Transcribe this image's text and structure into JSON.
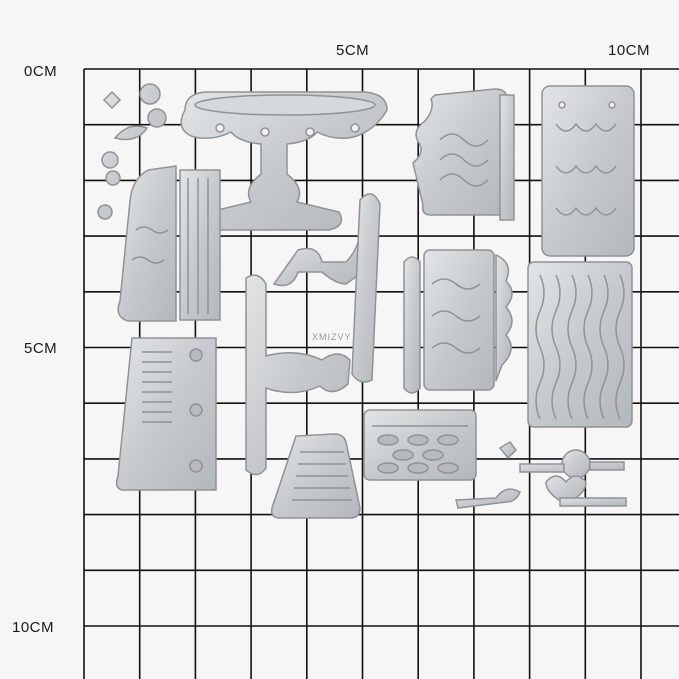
{
  "ruler": {
    "top_labels": [
      "5CM",
      "10CM"
    ],
    "left_labels": [
      "0CM",
      "5CM",
      "10CM"
    ]
  },
  "watermark": "XMIZVY",
  "colors": {
    "background": "#f6f6f6",
    "grid_line": "#111111",
    "metal": "#c9cdd1",
    "metal_edge": "#8e9398",
    "metal_highlight": "#e4e7ea"
  },
  "objects": [
    "cake-stand-die",
    "pedestal-stand-die",
    "tall-cake-stand-die",
    "wavy-cake-slice-die",
    "scalloped-panel-die",
    "wave-lines-die",
    "striped-slice-die",
    "lattice-panel-die",
    "heart-candy-die"
  ]
}
